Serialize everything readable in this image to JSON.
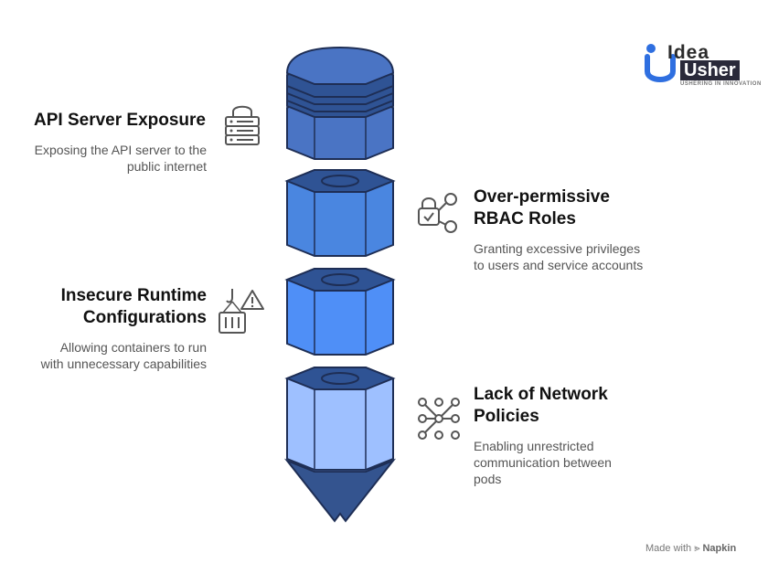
{
  "logo": {
    "word1": "Idea",
    "word2": "Usher",
    "tagline": "USHERING IN INNOVATION",
    "colors": {
      "blue": "#2f6fe0",
      "dark": "#2a2a3a"
    }
  },
  "sections": [
    {
      "title_lines": [
        "API Server Exposure"
      ],
      "desc_lines": [
        "Exposing the API server to the",
        "public internet"
      ],
      "icon": "server-lock-icon"
    },
    {
      "title_lines": [
        "Over-permissive",
        "RBAC Roles"
      ],
      "desc_lines": [
        "Granting excessive privileges",
        "to users and service accounts"
      ],
      "icon": "lock-nodes-icon"
    },
    {
      "title_lines": [
        "Insecure Runtime",
        "Configurations"
      ],
      "desc_lines": [
        "Allowing containers to run",
        "with unnecessary capabilities"
      ],
      "icon": "container-warning-icon"
    },
    {
      "title_lines": [
        "Lack of Network",
        "Policies"
      ],
      "desc_lines": [
        "Enabling unrestricted",
        "communication between",
        "pods"
      ],
      "icon": "network-graph-icon"
    }
  ],
  "pencil_segment_colors": [
    "#4a74c4",
    "#4a86e0",
    "#4f8ff7",
    "#9ec0ff"
  ],
  "pencil_top_colors": [
    "#2f5394",
    "#2f5394",
    "#2f5394",
    "#2f5394"
  ],
  "tip_color": "#34548f",
  "watermark": {
    "prefix": "Made with",
    "brand": "Napkin"
  }
}
